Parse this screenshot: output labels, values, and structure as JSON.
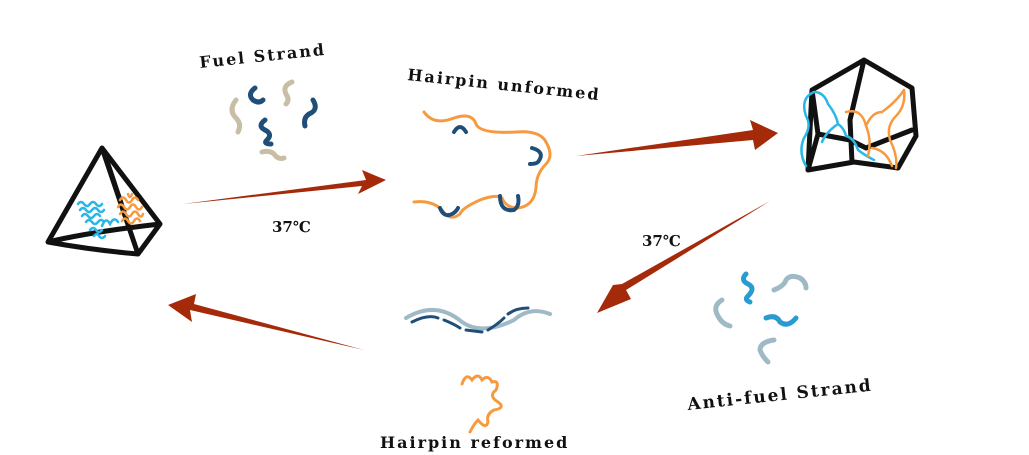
{
  "diagram": {
    "labels": {
      "fuel_strand": "Fuel Strand",
      "hairpin_unformed": "Hairpin unformed",
      "anti_fuel_strand": "Anti-fuel Strand",
      "hairpin_reformed": "Hairpin reformed"
    },
    "conditions": {
      "step1_temp": "37℃",
      "step3_temp": "37℃"
    },
    "colors": {
      "arrow": "#a52a0a",
      "orange_strand": "#f79a3e",
      "cyan_strand": "#29b6e8",
      "dark_blue_strand": "#1f4e79",
      "beige_strand": "#c8bea6",
      "grey_blue_strand": "#9fbac6",
      "anti_fuel_blue": "#2a9bd1",
      "frame": "#111111"
    },
    "nodes": [
      "closed-tetrahedron",
      "hairpin-unformed-strand",
      "open-polyhedron",
      "fuel-antifuel-duplex",
      "reformed-hairpin"
    ]
  }
}
